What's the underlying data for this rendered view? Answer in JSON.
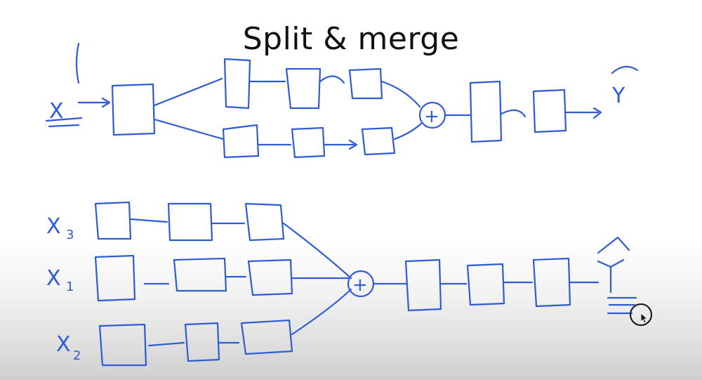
{
  "slide": {
    "title": "Split & merge"
  },
  "top_diagram": {
    "input_label": "X",
    "output_label": "Y",
    "merge_symbol": "+"
  },
  "bottom_diagram": {
    "inputs": [
      {
        "main": "X",
        "sub": "3"
      },
      {
        "main": "X",
        "sub": "1"
      },
      {
        "main": "X",
        "sub": "2"
      }
    ],
    "merge_symbol": "+"
  },
  "icons": {
    "cursor": "mouse-pointer-icon"
  },
  "colors": {
    "ink": "#2f5bd3",
    "title": "#111111"
  }
}
